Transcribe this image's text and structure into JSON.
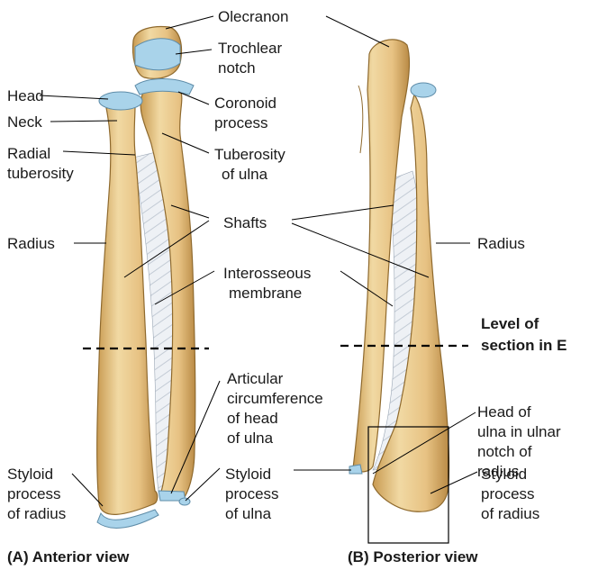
{
  "colors": {
    "bone": "#e9c98a",
    "bone_shade": "#c99b52",
    "bone_edge": "#8f6a2e",
    "cartilage": "#a9d3ea",
    "membrane": "#e6ebf1",
    "line": "#000000"
  },
  "labels": {
    "olecranon": "Olecranon",
    "trochlear_1": "Trochlear",
    "trochlear_2": "notch",
    "head": "Head",
    "neck": "Neck",
    "coronoid_1": "Coronoid",
    "coronoid_2": "process",
    "radial_tub_1": "Radial",
    "radial_tub_2": "tuberosity",
    "tub_ulna_1": "Tuberosity",
    "tub_ulna_2": "of ulna",
    "shafts": "Shafts",
    "radius_left": "Radius",
    "radius_right": "Radius",
    "interosseous_1": "Interosseous",
    "interosseous_2": "membrane",
    "level_1": "Level of",
    "level_2": "section in E",
    "articular_1": "Articular",
    "articular_2": "circumference",
    "articular_3": "of head",
    "articular_4": "of ulna",
    "head_ulna_1": "Head of",
    "head_ulna_2": "ulna in ulnar",
    "head_ulna_3": "notch of",
    "head_ulna_4": "radius",
    "styloid_radius_l_1": "Styloid",
    "styloid_radius_l_2": "process",
    "styloid_radius_l_3": "of radius",
    "styloid_ulna_1": "Styloid",
    "styloid_ulna_2": "process",
    "styloid_ulna_3": "of ulna",
    "styloid_radius_r_1": "Styloid",
    "styloid_radius_r_2": "process",
    "styloid_radius_r_3": "of radius"
  },
  "captions": {
    "anterior": "(A) Anterior view",
    "posterior": "(B) Posterior view"
  }
}
